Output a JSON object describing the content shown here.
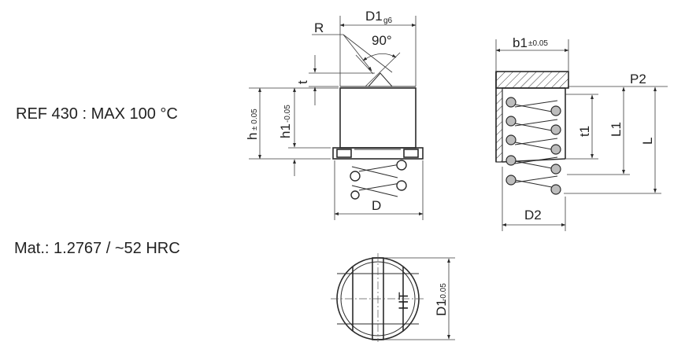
{
  "notes": {
    "ref": "REF 430 : MAX 100 °C",
    "material": "Mat.: 1.2767 / ~52 HRC"
  },
  "labels": {
    "D1": "D1",
    "D1_tol": "g6",
    "R": "R",
    "angle": "90°",
    "t": "t",
    "h": "h",
    "h_tol": "± 0.05",
    "h1": "h1",
    "h1_tol": "-0.05",
    "D": "D",
    "b1": "b1",
    "b1_tol": "±0.05",
    "P2": "P2",
    "t1": "t1",
    "L1": "L1",
    "L": "L",
    "D2": "D2",
    "HT": "HT",
    "D1_bottom": "D1",
    "D1_bottom_tol": "-0.05"
  }
}
